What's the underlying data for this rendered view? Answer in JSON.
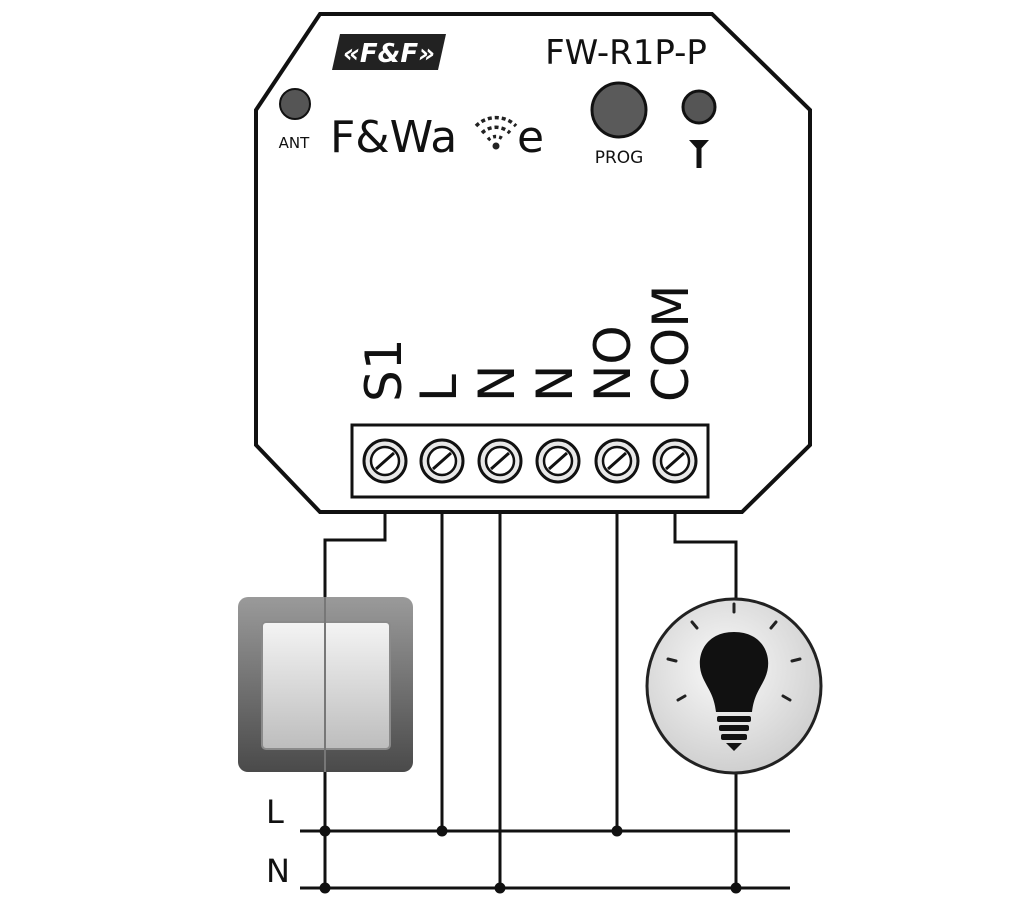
{
  "device": {
    "brand_logo": "«F&F»",
    "model": "FW-R1P-P",
    "product_name_prefix": "F&Wa",
    "product_name_suffix": "e",
    "ant_label": "ANT",
    "prog_label": "PROG"
  },
  "terminals": [
    "S1",
    "L",
    "N",
    "N",
    "NO",
    "COM"
  ],
  "lines": {
    "l": "L",
    "n": "N"
  },
  "icons": [
    "wifi-icon",
    "antenna-icon",
    "light-bulb-icon"
  ],
  "colors": {
    "ink": "#111111",
    "body": "#ffffff",
    "logo_bg": "#222222"
  }
}
